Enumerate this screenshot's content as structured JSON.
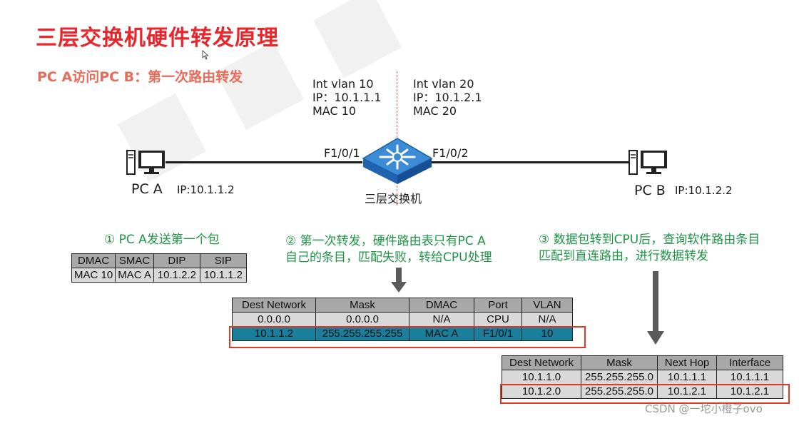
{
  "page": {
    "title": "三层交换机硬件转发原理",
    "subtitle": "PC A访问PC B：第一次路由转发"
  },
  "vlan_left": {
    "line1": "Int vlan 10",
    "line2": "IP：10.1.1.1",
    "line3": "MAC 10"
  },
  "vlan_right": {
    "line1": "Int vlan 20",
    "line2": "IP：10.1.2.1",
    "line3": "MAC 20"
  },
  "topology": {
    "pc_a_label": "PC A",
    "pc_a_ip": "IP:10.1.1.2",
    "pc_b_label": "PC B",
    "pc_b_ip": "IP:10.1.2.2",
    "port_left": "F1/0/1",
    "port_right": "F1/0/2",
    "switch_label": "三层交换机",
    "switch_badge": "SWITCH"
  },
  "steps": {
    "step1": "① PC A发送第一个包",
    "step2_line1": "② 第一次转发，硬件路由表只有PC A",
    "step2_line2": "自己的条目，匹配失败，转给CPU处理",
    "step3_line1": "③ 数据包转到CPU后，查询软件路由条目",
    "step3_line2": "匹配到直连路由，进行数据转发"
  },
  "packet_table": {
    "headers": [
      "DMAC",
      "SMAC",
      "DIP",
      "SIP"
    ],
    "rows": [
      [
        "MAC 10",
        "MAC A",
        "10.1.2.2",
        "10.1.1.2"
      ]
    ]
  },
  "hardware_table": {
    "headers": [
      "Dest Network",
      "Mask",
      "DMAC",
      "Port",
      "VLAN"
    ],
    "rows": [
      [
        "0.0.0.0",
        "0.0.0.0",
        "N/A",
        "CPU",
        "N/A"
      ],
      [
        "10.1.1.2",
        "255.255.255.255",
        "MAC A",
        "F1/0/1",
        "10"
      ]
    ]
  },
  "software_table": {
    "headers": [
      "Dest Network",
      "Mask",
      "Next Hop",
      "Interface"
    ],
    "rows": [
      [
        "10.1.1.0",
        "255.255.255.0",
        "10.1.1.1",
        "10.1.1.1"
      ],
      [
        "10.1.2.0",
        "255.255.255.0",
        "10.1.2.1",
        "10.1.2.1"
      ]
    ]
  },
  "footer": {
    "credit": "CSDN @一坨小橙子ovo"
  },
  "colors": {
    "title_red": "#e8262b",
    "subtitle_orange": "#e86c59",
    "step_green": "#1f9447",
    "header_gray": "#a8a8a8",
    "row_gray": "#d9d9d9",
    "teal": "#1a7f9c",
    "highlight_red": "#e23a24",
    "switch_blue": "#2a78c8"
  }
}
